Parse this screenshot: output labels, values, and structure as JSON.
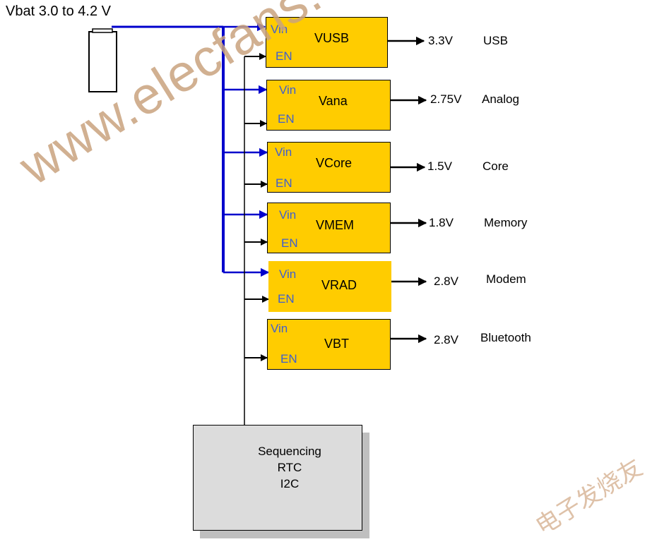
{
  "title": "Vbat 3.0 to 4.2 V",
  "colors": {
    "regulator_fill": "#FFCC00",
    "vin_line": "#0000CC",
    "pin_text": "#3F5FCF",
    "controller_fill": "#DCDCDC"
  },
  "regulators": [
    {
      "vin": "Vin",
      "en": "EN",
      "name": "VUSB",
      "voltage": "3.3V",
      "domain": "USB"
    },
    {
      "vin": "Vin",
      "en": "EN",
      "name": "Vana",
      "voltage": "2.75V",
      "domain": "Analog"
    },
    {
      "vin": "Vin",
      "en": "EN",
      "name": "VCore",
      "voltage": "1.5V",
      "domain": "Core"
    },
    {
      "vin": "Vin",
      "en": "EN",
      "name": "VMEM",
      "voltage": "1.8V",
      "domain": "Memory"
    },
    {
      "vin": "Vin",
      "en": "EN",
      "name": "VRAD",
      "voltage": "2.8V",
      "domain": "Modem"
    },
    {
      "vin": "Vin",
      "en": "EN",
      "name": "VBT",
      "voltage": "2.8V",
      "domain": "Bluetooth"
    }
  ],
  "controller": {
    "lines": [
      "Sequencing",
      "RTC",
      "I2C"
    ]
  },
  "watermarks": {
    "site": "www.elecfans.com",
    "chinese": "电子发烧友"
  }
}
